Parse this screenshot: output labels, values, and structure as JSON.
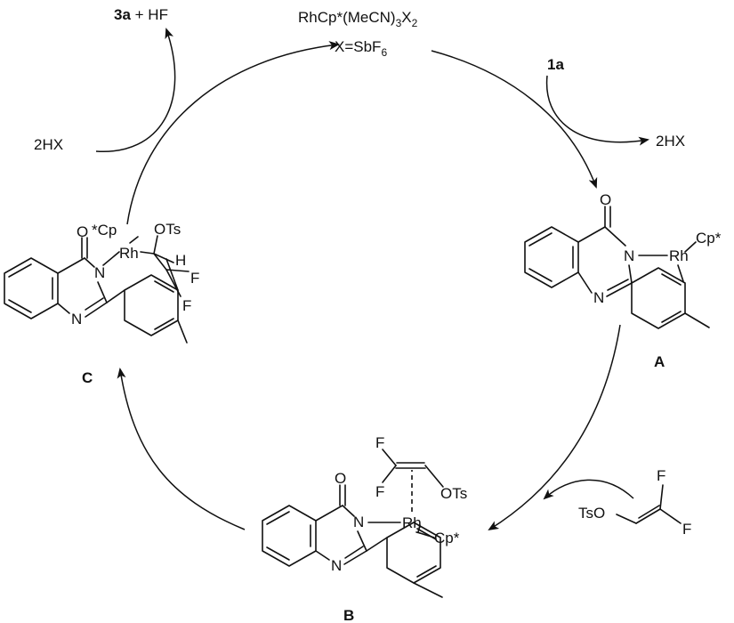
{
  "catalyst": {
    "line1_main": "RhCp*(MeCN)",
    "line1_sub1": "3",
    "line1_x": "X",
    "line1_sub2": "2",
    "line2_main": "X=SbF",
    "line2_sub": "6"
  },
  "reagents": {
    "product_bold": "3a",
    "product_rest": " + HF",
    "acid_in": "2HX",
    "substrate": "1a",
    "acid_out": "2HX",
    "alkene_ts": "TsO",
    "alkene_f1": "F",
    "alkene_f2": "F"
  },
  "intermediate_a": {
    "label": "A",
    "o": "O",
    "n1": "N",
    "n2": "N",
    "rh": "Rh",
    "cp": "Cp*"
  },
  "intermediate_b": {
    "label": "B",
    "o": "O",
    "n1": "N",
    "n2": "N",
    "rh": "Rh",
    "cp": "Cp*",
    "f1": "F",
    "f2": "F",
    "ots": "OTs"
  },
  "intermediate_c": {
    "label": "C",
    "o": "O",
    "n1": "N",
    "n2": "N",
    "rh": "Rh",
    "cp": "*Cp",
    "ots": "OTs",
    "h": "H",
    "f1": "F",
    "f2": "F"
  }
}
